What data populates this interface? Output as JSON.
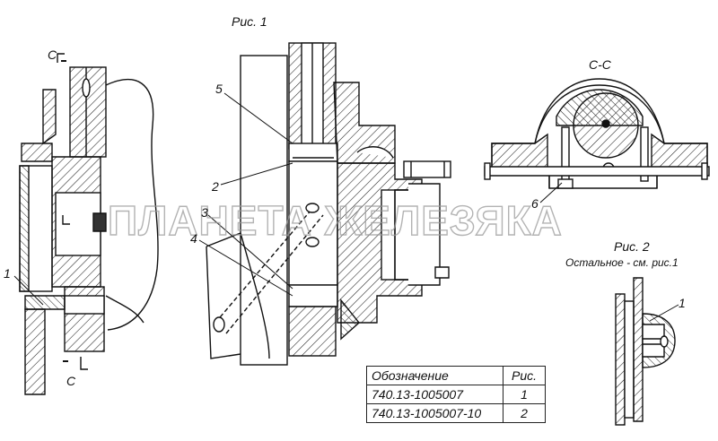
{
  "labels": {
    "fig1_title": "Рис. 1",
    "fig2_title": "Рис. 2",
    "fig2_note": "Остальное - см. рис.1",
    "section_title": "С-С",
    "section_mark_top": "С",
    "section_mark_bottom": "С",
    "callout_1_left": "1",
    "callout_2": "2",
    "callout_3": "3",
    "callout_4": "4",
    "callout_5": "5",
    "callout_6": "6",
    "callout_1_fig2": "1"
  },
  "watermark": "ПЛАНЕТА ЖЕЛЕЗЯКА",
  "table": {
    "headers": [
      "Обозначение",
      "Рис."
    ],
    "rows": [
      [
        "740.13-1005007",
        "1"
      ],
      [
        "740.13-1005007-10",
        "2"
      ]
    ]
  }
}
